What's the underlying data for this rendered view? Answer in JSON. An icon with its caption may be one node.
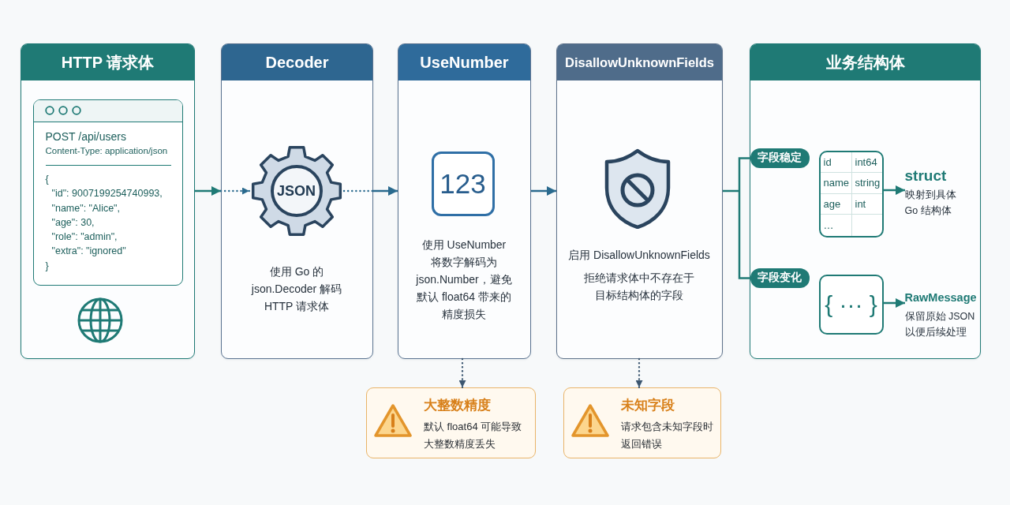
{
  "diagram": {
    "nodes": [
      {
        "text": [
          "HTTP 请求体"
        ]
      },
      {
        "text": [
          "POST /api/users",
          "Content-Type: application/json",
          "{",
          "\"id\": 9007199254740993,",
          "\"name\": \"Alice\",",
          "\"age\": 30,",
          "\"role\": \"admin\",",
          "\"extra\": \"ignored\"",
          "}"
        ],
        "in": 0
      },
      {
        "text": [
          "Decoder",
          "使用 Go 的 json.Decoder 解码 HTTP 请求体"
        ]
      },
      {
        "text": [
          "JSON"
        ],
        "in": 2
      },
      {
        "text": [
          "UseNumber",
          "使用 UseNumber 将数字解码为 json.Number，避免默认 float64 带来的精度损失"
        ]
      },
      {
        "text": [
          "123"
        ],
        "in": 4
      },
      {
        "text": [
          "DisallowUnknownFields",
          "启用 DisallowUnknownFields",
          "拒绝请求体中不存在于目标结构体的字段"
        ]
      },
      {
        "text": [
          "业务结构体"
        ]
      },
      {
        "text": [
          "字段稳定"
        ],
        "in": 7
      },
      {
        "text": [
          "id",
          "int64",
          "name",
          "string",
          "age",
          "int",
          "…"
        ],
        "in": 7
      },
      {
        "text": [
          "struct",
          "映射到具体 Go 结构体"
        ],
        "in": 7
      },
      {
        "text": [
          "字段变化"
        ],
        "in": 7
      },
      {
        "text": [
          "{ ··· }"
        ],
        "in": 7
      },
      {
        "text": [
          "RawMessage",
          "保留原始 JSON 以便后续处理"
        ],
        "in": 7
      },
      {
        "text": [
          "大整数精度",
          "默认 float64 可能导致大整数精度丢失"
        ]
      },
      {
        "text": [
          "未知字段",
          "请求包含未知字段时返回错误"
        ]
      }
    ],
    "edges": [
      {
        "from": 0,
        "to": 2,
        "arrow": "to"
      },
      {
        "from": 2,
        "to": 3,
        "arrow": "to",
        "style": "dashed",
        "color": "#2a6a8e"
      },
      {
        "from": 3,
        "to": 2,
        "arrow": "none",
        "style": "dashed",
        "color": "#2a6a8e"
      },
      {
        "from": 2,
        "to": 4,
        "arrow": "to",
        "color": "#2a6a8e"
      },
      {
        "from": 4,
        "to": 6,
        "arrow": "to",
        "color": "#2a6a8e"
      },
      {
        "from": 6,
        "to": 8,
        "arrow": "none"
      },
      {
        "from": 6,
        "to": 11,
        "arrow": "none"
      },
      {
        "from": 9,
        "to": 10,
        "arrow": "to"
      },
      {
        "from": 12,
        "to": 13,
        "arrow": "to"
      },
      {
        "from": 4,
        "to": 14,
        "arrow": "to",
        "style": "dashed",
        "color": "#3b5670"
      },
      {
        "from": 6,
        "to": 15,
        "arrow": "to",
        "style": "dashed",
        "color": "#3b5670"
      }
    ]
  }
}
